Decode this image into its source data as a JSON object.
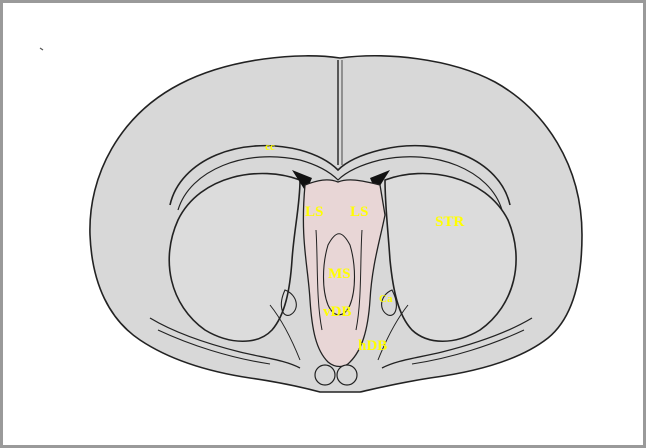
{
  "labels": {
    "cc": "cc",
    "ls_left": "LS",
    "ls_right": "LS",
    "str": "STR",
    "ms": "MS",
    "vdb": "vDB",
    "ca": "Ca",
    "hdb": "hDB"
  },
  "colors": {
    "tissue": "#d9d9d9",
    "hemisphere": "#dcdcdc",
    "midline_pink": "#e9d8d8",
    "outline": "#222222",
    "label": "#ffff00",
    "frame": "#9a9a9a"
  }
}
